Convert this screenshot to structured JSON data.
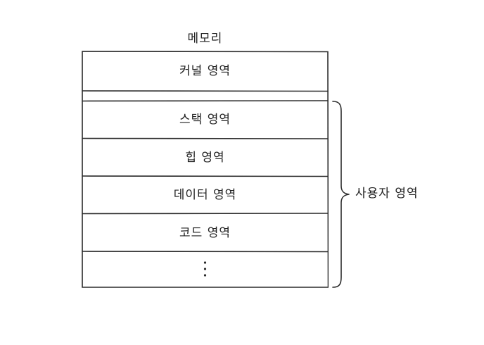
{
  "diagram": {
    "title": "메모리",
    "kernel_label": "커널 영역",
    "stack_label": "스택 영역",
    "heap_label": "힙 영역",
    "data_label": "데이터 영역",
    "code_label": "코드 영역",
    "user_space_label": "사용자 영역",
    "line_color": "#222222"
  }
}
